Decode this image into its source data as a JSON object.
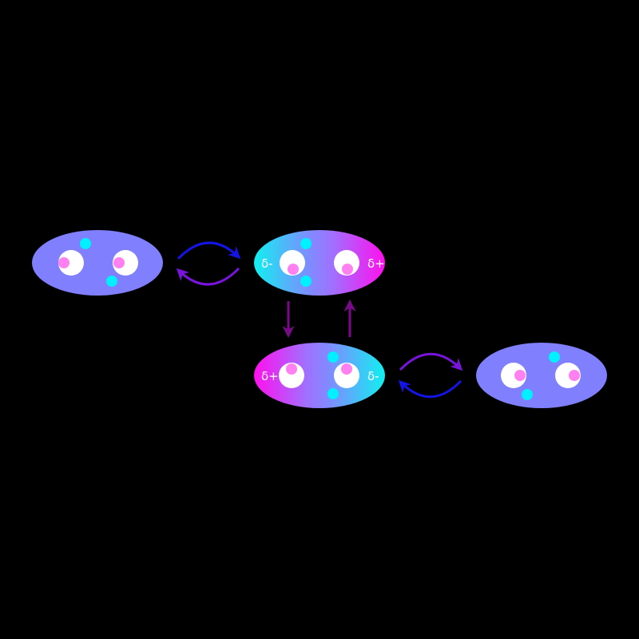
{
  "colors": {
    "background": "#000000",
    "neutral_molecule": "#8080ff",
    "negative_pole": "#20e8f0",
    "positive_pole": "#ff14f0",
    "electron": "#00f0ff",
    "nucleus_ring": "#ffffff",
    "nucleus_core": "#ff80f0",
    "arrow_blue": "#1414e6",
    "arrow_purple": "#7814dc",
    "arrow_violet": "#7a0a8a"
  },
  "molecules": [
    {
      "id": "neutral-left",
      "state": "neutral"
    },
    {
      "id": "polarized-top",
      "state": "polarized",
      "left_pole": "δ-",
      "right_pole": "δ+"
    },
    {
      "id": "polarized-bottom",
      "state": "polarized",
      "left_pole": "δ+",
      "right_pole": "δ-"
    },
    {
      "id": "neutral-right",
      "state": "neutral"
    }
  ],
  "arrows": [
    {
      "id": "equilibrium-top-forward",
      "color_key": "arrow_blue"
    },
    {
      "id": "equilibrium-top-reverse",
      "color_key": "arrow_purple"
    },
    {
      "id": "vertical-down",
      "color_key": "arrow_violet"
    },
    {
      "id": "vertical-up",
      "color_key": "arrow_violet"
    },
    {
      "id": "equilibrium-bottom-forward",
      "color_key": "arrow_purple"
    },
    {
      "id": "equilibrium-bottom-reverse",
      "color_key": "arrow_blue"
    }
  ],
  "labels": {
    "top_left_pole": "δ-",
    "top_right_pole": "δ+",
    "bottom_left_pole": "δ+",
    "bottom_right_pole": "δ-"
  }
}
